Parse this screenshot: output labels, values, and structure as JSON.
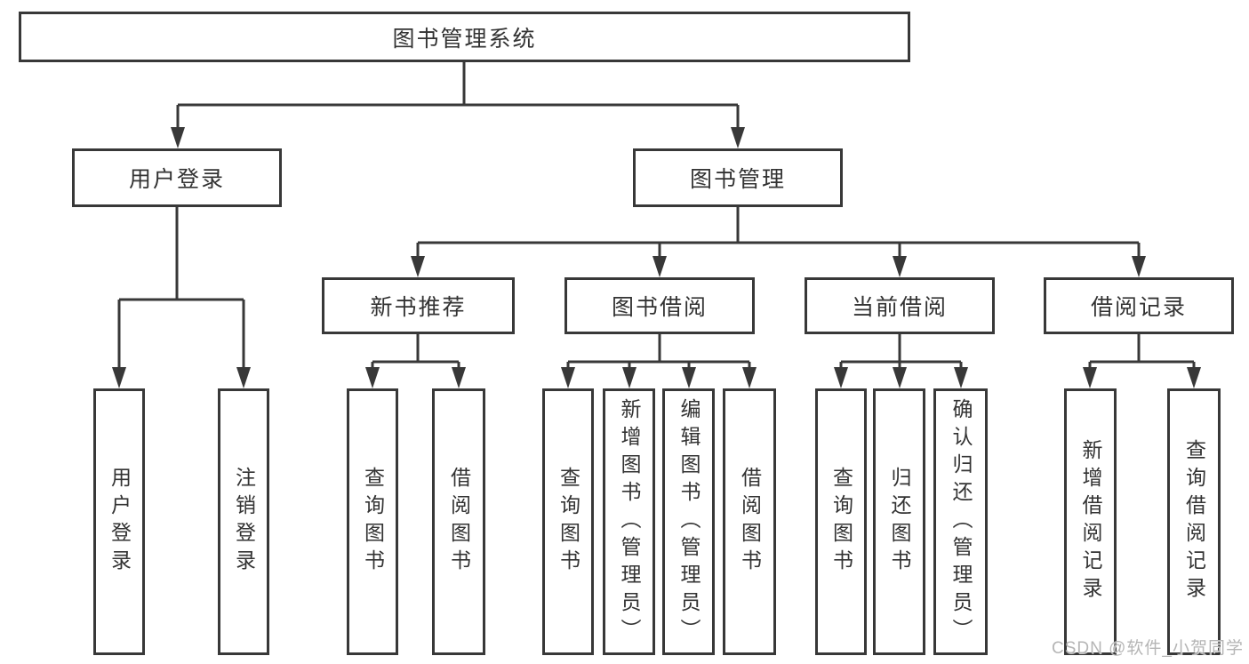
{
  "diagram": {
    "root": "图书管理系统",
    "user_login": {
      "label": "用户登录",
      "children": {
        "login": "用户登录",
        "logout": "注销登录"
      }
    },
    "book_management": {
      "label": "图书管理",
      "sections": {
        "new_books": {
          "label": "新书推荐",
          "children": {
            "query": "查询图书",
            "borrow": "借阅图书"
          }
        },
        "book_borrow": {
          "label": "图书借阅",
          "children": {
            "query": "查询图书",
            "add": "新增图书（管理员）",
            "edit": "编辑图书（管理员）",
            "borrow": "借阅图书"
          }
        },
        "current_borrow": {
          "label": "当前借阅",
          "children": {
            "query": "查询图书",
            "return": "归还图书",
            "confirm": "确认归还（管理员）"
          }
        },
        "borrow_records": {
          "label": "借阅记录",
          "children": {
            "add": "新增借阅记录",
            "query": "查询借阅记录"
          }
        }
      }
    }
  },
  "watermark": {
    "text": "CSDN @软件_小贺同学"
  },
  "colors": {
    "line": "#383838",
    "text": "#333333",
    "background": "#ffffff",
    "watermark": "#b5b5b5"
  }
}
